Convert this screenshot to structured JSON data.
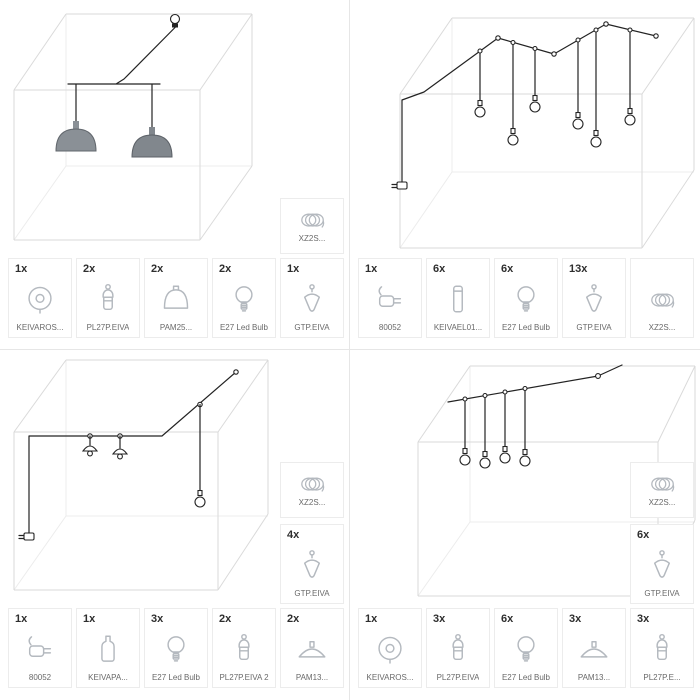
{
  "page": {
    "background": "#ffffff",
    "divider_color": "#e6e6e6"
  },
  "colors": {
    "cable": "#232323",
    "cube_line": "#dadada",
    "card_border": "#ececec",
    "qty_text": "#2e2e2e",
    "label_text": "#696969",
    "dome_shade_fill": "#8a9096",
    "icon_stroke": "#b4b9bf"
  },
  "quadrants": [
    {
      "name": "kit-two-dome-pendants-swag",
      "stack": [
        {
          "qty": "",
          "label": "XZ2S...",
          "icon": "coiled-cable-icon"
        }
      ],
      "parts": [
        {
          "qty": "1x",
          "label": "KEIVAROS...",
          "icon": "ceiling-rose-icon"
        },
        {
          "qty": "2x",
          "label": "PL27P.EIVA",
          "icon": "lamp-holder-icon"
        },
        {
          "qty": "2x",
          "label": "PAM25...",
          "icon": "dome-shade-icon"
        },
        {
          "qty": "2x",
          "label": "E27 Led Bulb",
          "icon": "bulb-icon"
        },
        {
          "qty": "1x",
          "label": "GTP.EIVA",
          "icon": "cable-grip-icon"
        }
      ]
    },
    {
      "name": "kit-string-lights-six-bulbs",
      "stack": [],
      "parts": [
        {
          "qty": "1x",
          "label": "80052",
          "icon": "plug-icon"
        },
        {
          "qty": "6x",
          "label": "KEIVAEL01...",
          "icon": "extension-module-icon"
        },
        {
          "qty": "6x",
          "label": "E27 Led Bulb",
          "icon": "bulb-icon"
        },
        {
          "qty": "13x",
          "label": "GTP.EIVA",
          "icon": "cable-grip-icon"
        },
        {
          "qty": "",
          "label": "XZ2S...",
          "icon": "coiled-cable-icon"
        }
      ]
    },
    {
      "name": "kit-wall-plug-three-bulbs",
      "stack": [
        {
          "qty": "",
          "label": "XZ2S...",
          "icon": "coiled-cable-icon"
        },
        {
          "qty": "4x",
          "label": "GTP.EIVA",
          "icon": "cable-grip-icon"
        }
      ],
      "parts": [
        {
          "qty": "1x",
          "label": "80052",
          "icon": "plug-icon"
        },
        {
          "qty": "1x",
          "label": "KEIVAPA...",
          "icon": "bottle-lamp-icon"
        },
        {
          "qty": "3x",
          "label": "E27 Led Bulb",
          "icon": "bulb-icon"
        },
        {
          "qty": "2x",
          "label": "PL27P.EIVA 2",
          "icon": "lamp-holder-icon"
        },
        {
          "qty": "2x",
          "label": "PAM13...",
          "icon": "saucer-shade-icon"
        }
      ]
    },
    {
      "name": "kit-ceiling-track-six-bulbs",
      "stack": [
        {
          "qty": "",
          "label": "XZ2S...",
          "icon": "coiled-cable-icon"
        },
        {
          "qty": "6x",
          "label": "GTP.EIVA",
          "icon": "cable-grip-icon"
        }
      ],
      "parts": [
        {
          "qty": "1x",
          "label": "KEIVAROS...",
          "icon": "ceiling-rose-icon"
        },
        {
          "qty": "3x",
          "label": "PL27P.EIVA",
          "icon": "lamp-holder-icon"
        },
        {
          "qty": "6x",
          "label": "E27 Led Bulb",
          "icon": "bulb-icon"
        },
        {
          "qty": "3x",
          "label": "PAM13...",
          "icon": "saucer-shade-icon"
        },
        {
          "qty": "3x",
          "label": "PL27P.E...",
          "icon": "lamp-holder-icon"
        }
      ]
    }
  ]
}
